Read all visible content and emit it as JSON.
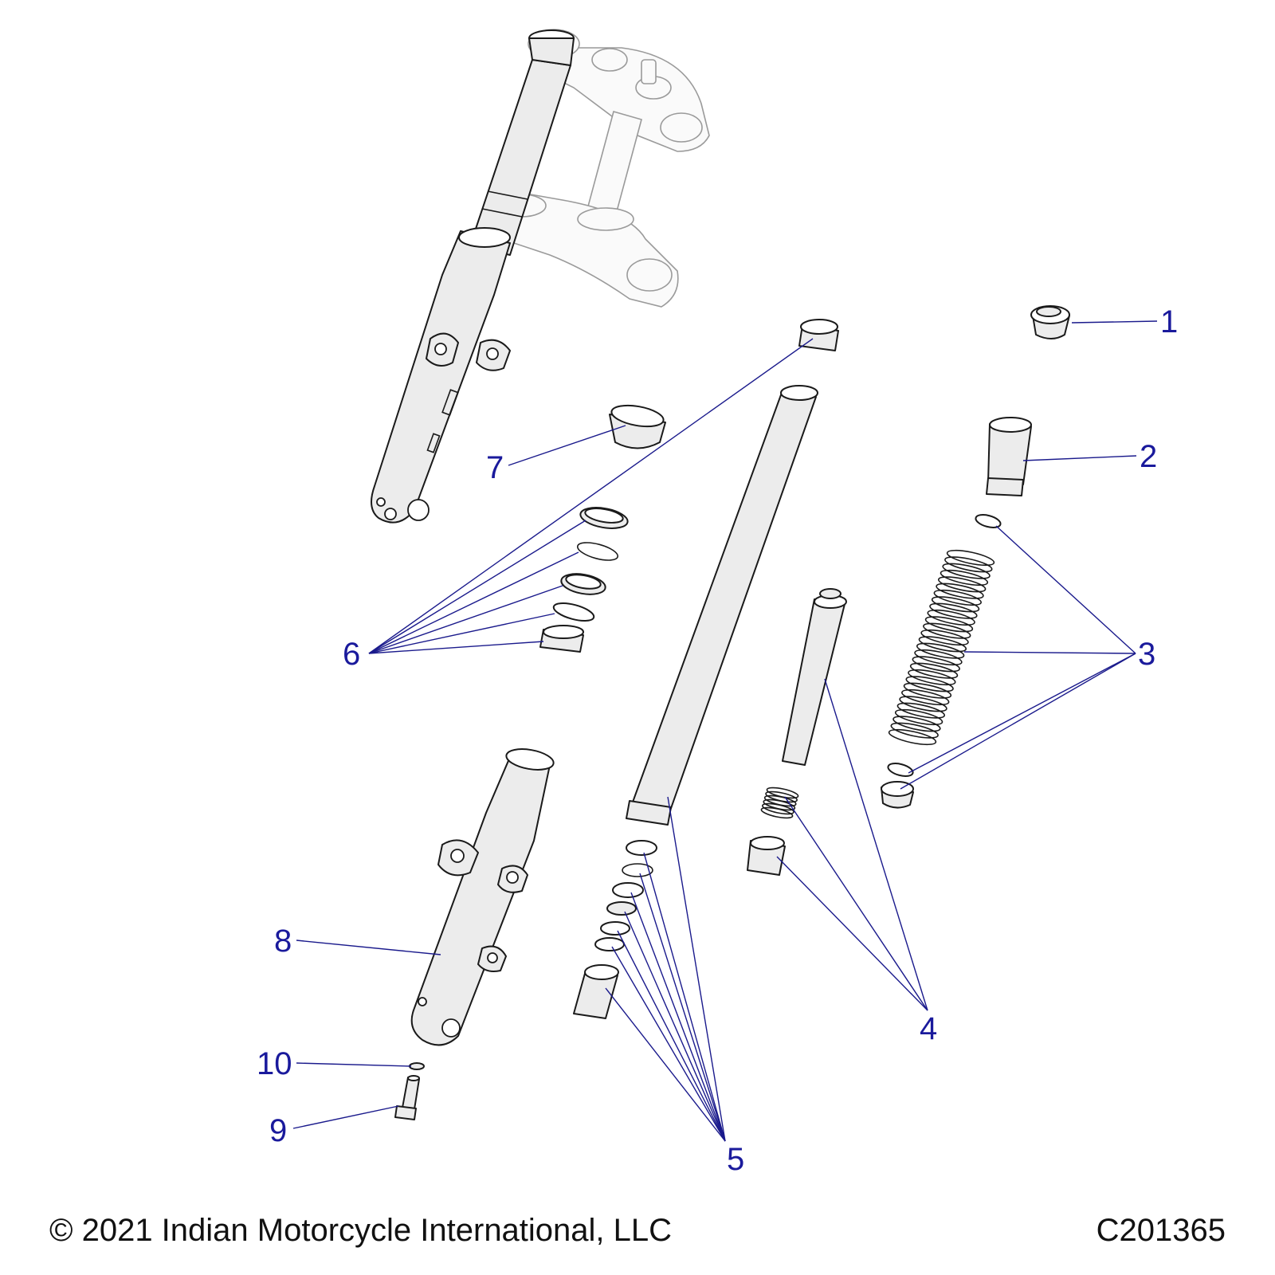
{
  "callouts": {
    "c1": "1",
    "c2": "2",
    "c3": "3",
    "c4": "4",
    "c5": "5",
    "c6": "6",
    "c7": "7",
    "c8": "8",
    "c9": "9",
    "c10": "10"
  },
  "footer": {
    "copyright": "© 2021 Indian Motorcycle International, LLC",
    "drawing_id": "C201365"
  },
  "colors": {
    "callout": "#1a1a9c",
    "leader": "#1a1a8c",
    "part_fill": "#ececec",
    "line": "#1a1a1a"
  }
}
